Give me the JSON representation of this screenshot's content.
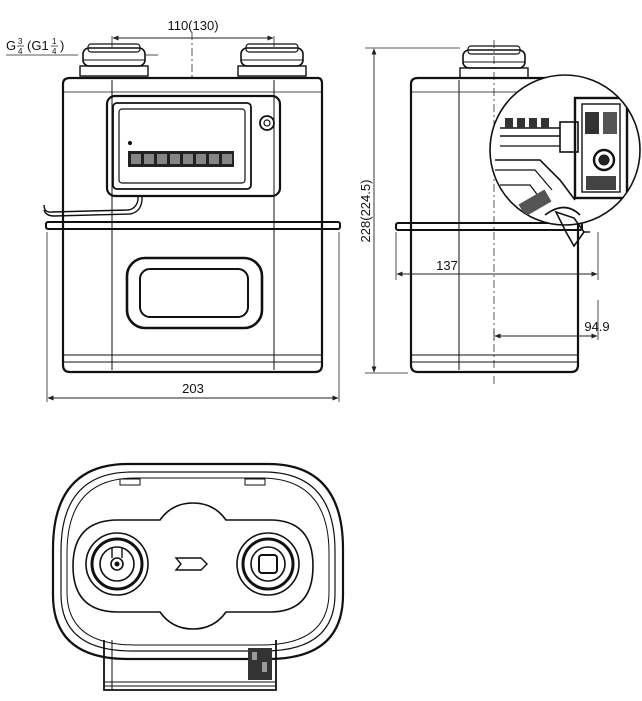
{
  "front_view": {
    "dim_inlet_spacing": "110(130)",
    "dim_width": "203",
    "thread_prefix": "G",
    "thread_main_num": "3",
    "thread_main_den": "4",
    "thread_alt_prefix": "(G1",
    "thread_alt_num": "1",
    "thread_alt_den": "4",
    "thread_alt_suffix": ")"
  },
  "side_view": {
    "dim_height": "228(224.5)",
    "dim_depth": "137",
    "dim_offset": "94.9"
  }
}
